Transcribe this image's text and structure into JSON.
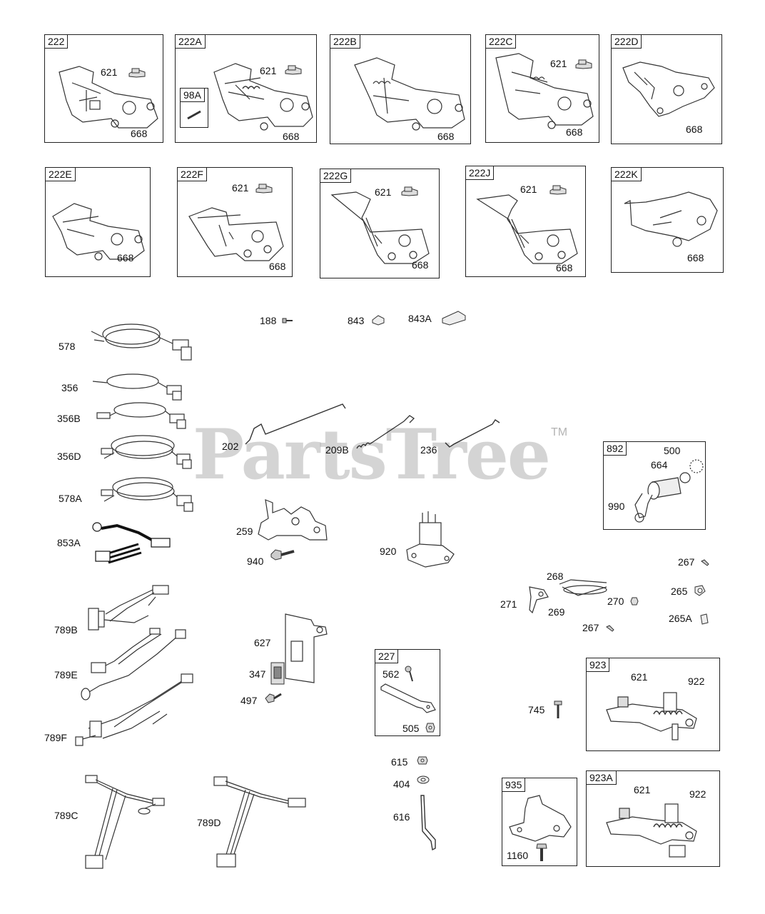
{
  "watermark": {
    "brand": "PartsTree",
    "tm": "TM"
  },
  "boxes": {
    "b222": {
      "title": "222",
      "l621": "621",
      "l668": "668"
    },
    "b222A": {
      "title": "222A",
      "l621": "621",
      "l668": "668",
      "sub_title": "98A"
    },
    "b222B": {
      "title": "222B",
      "l668": "668"
    },
    "b222C": {
      "title": "222C",
      "l621": "621",
      "l668": "668"
    },
    "b222D": {
      "title": "222D",
      "l668": "668"
    },
    "b222E": {
      "title": "222E",
      "l668": "668"
    },
    "b222F": {
      "title": "222F",
      "l621": "621",
      "l668": "668"
    },
    "b222G": {
      "title": "222G",
      "l621": "621",
      "l668": "668"
    },
    "b222J": {
      "title": "222J",
      "l621": "621",
      "l668": "668"
    },
    "b222K": {
      "title": "222K",
      "l668": "668"
    },
    "b892": {
      "title": "892",
      "l500": "500",
      "l664": "664",
      "l990": "990"
    },
    "b227": {
      "title": "227",
      "l562": "562",
      "l505": "505"
    },
    "b923": {
      "title": "923",
      "l621": "621",
      "l922": "922"
    },
    "b935": {
      "title": "935",
      "l1160": "1160"
    },
    "b923A": {
      "title": "923A",
      "l621": "621",
      "l922": "922"
    }
  },
  "labels": {
    "p188": "188",
    "p843": "843",
    "p843A": "843A",
    "p578": "578",
    "p356": "356",
    "p356B": "356B",
    "p356D": "356D",
    "p578A": "578A",
    "p853A": "853A",
    "p789B": "789B",
    "p789E": "789E",
    "p789F": "789F",
    "p789C": "789C",
    "p789D": "789D",
    "p202": "202",
    "p209B": "209B",
    "p236": "236",
    "p259": "259",
    "p940": "940",
    "p920": "920",
    "p627": "627",
    "p347": "347",
    "p497": "497",
    "p615": "615",
    "p404": "404",
    "p616": "616",
    "p745": "745",
    "p268": "268",
    "p271": "271",
    "p269": "269",
    "p270": "270",
    "p267a": "267",
    "p265": "265",
    "p265A": "265A",
    "p267b": "267"
  }
}
